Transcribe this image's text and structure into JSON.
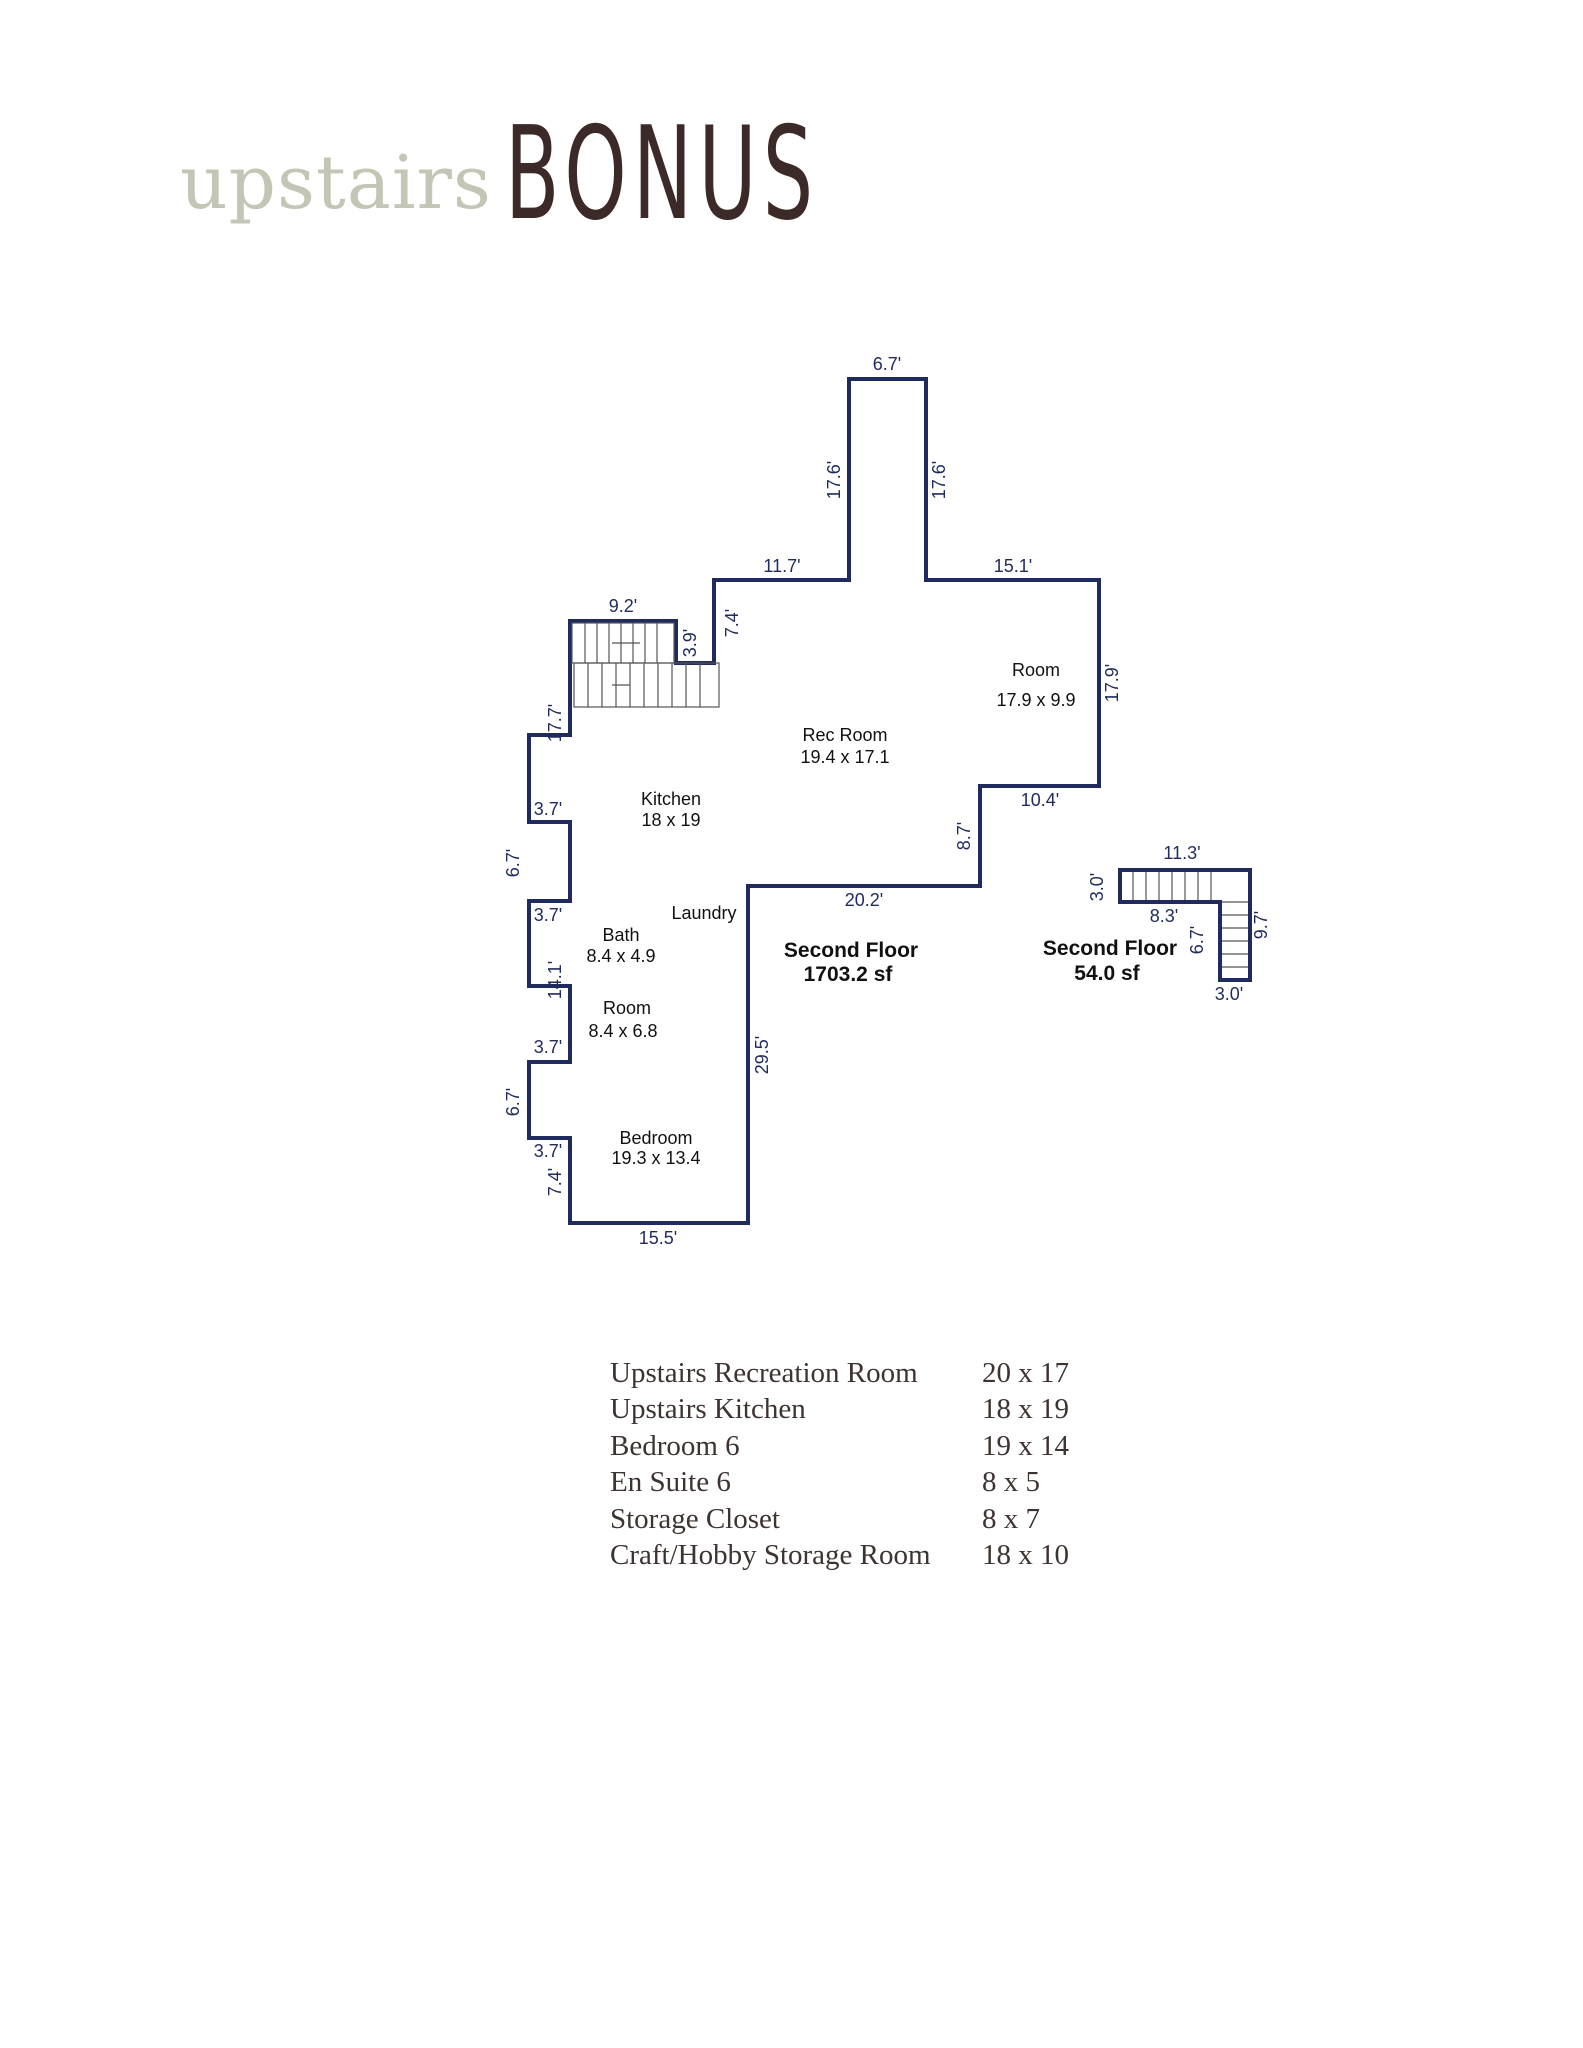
{
  "header": {
    "script_word": "upstairs",
    "main_word": "BONUS"
  },
  "floorplan": {
    "main_level": {
      "name": "Second Floor",
      "area": "1703.2 sf"
    },
    "stair_level": {
      "name": "Second Floor",
      "area": "54.0 sf"
    },
    "rooms": [
      {
        "name": "Rec Room",
        "size": "19.4 x 17.1"
      },
      {
        "name": "Room",
        "size": "17.9 x 9.9"
      },
      {
        "name": "Kitchen",
        "size": "18 x 19"
      },
      {
        "name": "Laundry"
      },
      {
        "name": "Bath",
        "size": "8.4 x 4.9"
      },
      {
        "name": "Room",
        "size": "8.4 x 6.8"
      },
      {
        "name": "Bedroom",
        "size": "19.3 x 13.4"
      }
    ],
    "dimensions": {
      "top_tower": "6.7'",
      "tower_left": "17.6'",
      "tower_right": "17.6'",
      "upper_left_top": "11.7'",
      "upper_right_top": "15.1'",
      "stair_top": "9.2'",
      "stair_right": "3.9'",
      "upper_left_step": "7.4'",
      "right_side": "17.9'",
      "right_bottom": "10.4'",
      "right_step": "8.7'",
      "middle_bottom": "20.2'",
      "lower_right": "29.5'",
      "bottom": "15.5'",
      "left_upper": "17.7'",
      "bump1_top": "3.7'",
      "bump1_side": "6.7'",
      "bump1_bottom": "3.7'",
      "left_mid": "14.1'",
      "bump2_top": "3.7'",
      "bump2_side": "6.7'",
      "bump2_bottom": "3.7'",
      "left_lower": "7.4'",
      "s_top": "11.3'",
      "s_left": "3.0'",
      "s_inner_h": "8.3'",
      "s_inner_v": "6.7'",
      "s_right": "9.7'",
      "s_bottom": "3.0'"
    }
  },
  "room_list": [
    {
      "name": "Upstairs Recreation Room",
      "size": "20 x 17"
    },
    {
      "name": "Upstairs Kitchen",
      "size": "18 x 19"
    },
    {
      "name": "Bedroom 6",
      "size": "19 x 14"
    },
    {
      "name": "En Suite 6",
      "size": "8 x 5"
    },
    {
      "name": "Storage Closet",
      "size": "8 x 7"
    },
    {
      "name": "Craft/Hobby Storage Room",
      "size": "18 x 10"
    }
  ]
}
